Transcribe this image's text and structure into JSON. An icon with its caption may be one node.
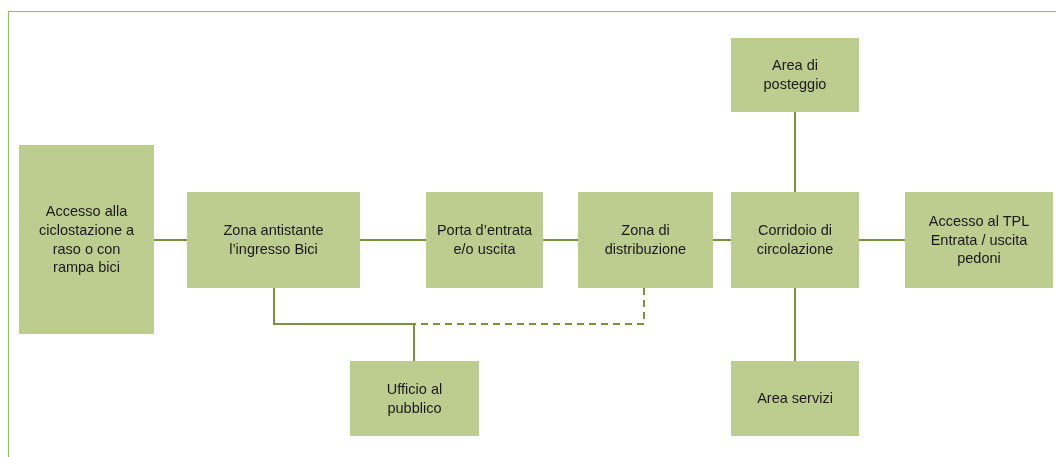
{
  "diagram": {
    "nodes": [
      {
        "text": [
          "Area di posteggio"
        ]
      },
      {
        "text": [
          "Accesso alla ciclostazione a raso o con rampa bici"
        ]
      },
      {
        "text": [
          "Zona antistante l’ingresso Bici"
        ]
      },
      {
        "text": [
          "Porta d’entrata e/o uscita"
        ]
      },
      {
        "text": [
          "Zona di distribuzione"
        ]
      },
      {
        "text": [
          "Corridoio di circolazione"
        ]
      },
      {
        "text": [
          "Accesso al TPL Entrata / uscita pedoni"
        ]
      },
      {
        "text": [
          "Ufficio al pubblico"
        ]
      },
      {
        "text": [
          "Area servizi"
        ]
      }
    ],
    "edges": [
      {
        "from": 1,
        "to": 2,
        "arrow": "none"
      },
      {
        "from": 2,
        "to": 3,
        "arrow": "none"
      },
      {
        "from": 3,
        "to": 4,
        "arrow": "none"
      },
      {
        "from": 4,
        "to": 5,
        "arrow": "none"
      },
      {
        "from": 5,
        "to": 6,
        "arrow": "none"
      },
      {
        "from": 0,
        "to": 5,
        "arrow": "none"
      },
      {
        "from": 5,
        "to": 8,
        "arrow": "none"
      },
      {
        "from": 2,
        "to": 7,
        "arrow": "none"
      },
      {
        "from": 4,
        "to": 7,
        "arrow": "none",
        "style": "dashed"
      }
    ]
  }
}
